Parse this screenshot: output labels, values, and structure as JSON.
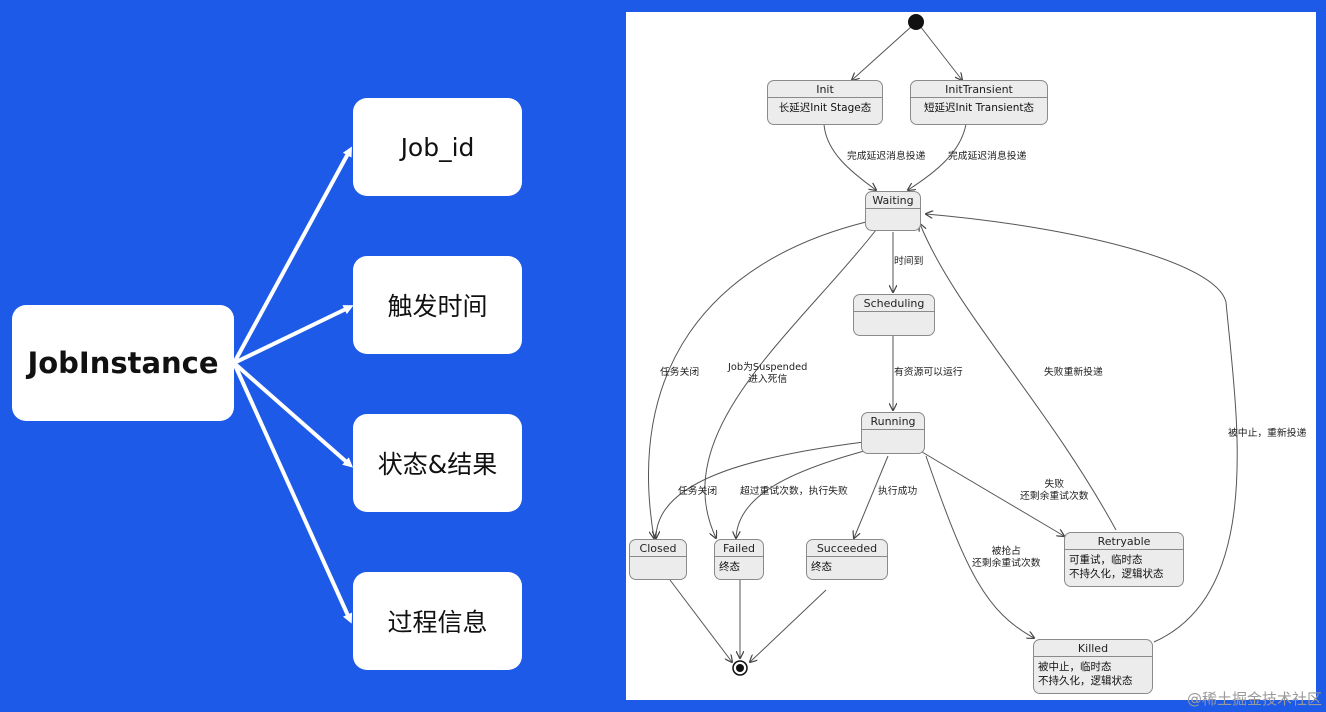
{
  "mindmap": {
    "root": "JobInstance",
    "children": [
      "Job_id",
      "触发时间",
      "状态&结果",
      "过程信息"
    ]
  },
  "colors": {
    "background": "#1d5ae8",
    "node": "#ffffff",
    "state_fill": "#ececec",
    "line": "#444444"
  },
  "state_diagram": {
    "states": {
      "init": {
        "name": "Init",
        "desc": "长延迟Init Stage态"
      },
      "init_transient": {
        "name": "InitTransient",
        "desc": "短延迟Init Transient态"
      },
      "waiting": {
        "name": "Waiting",
        "desc": ""
      },
      "scheduling": {
        "name": "Scheduling",
        "desc": ""
      },
      "running": {
        "name": "Running",
        "desc": ""
      },
      "closed": {
        "name": "Closed",
        "desc": ""
      },
      "failed": {
        "name": "Failed",
        "desc": "终态"
      },
      "succeeded": {
        "name": "Succeeded",
        "desc": "终态"
      },
      "retryable": {
        "name": "Retryable",
        "desc": "可重试，临时态\n不持久化，逻辑状态"
      },
      "killed": {
        "name": "Killed",
        "desc": "被中止，临时态\n不持久化，逻辑状态"
      }
    },
    "transitions": {
      "init_to_waiting": "完成延迟消息投递",
      "init_transient_to_waiting": "完成延迟消息投递",
      "waiting_to_scheduling": "时间到",
      "scheduling_to_running": "有资源可以运行",
      "waiting_to_closed": "任务关闭",
      "waiting_to_failed": "Job为Suspended\n进入死信",
      "retryable_to_waiting": "失败重新投递",
      "killed_to_waiting": "被中止，重新投递",
      "running_to_closed": "任务关闭",
      "running_to_failed": "超过重试次数，执行失败",
      "running_to_succeeded": "执行成功",
      "running_to_retryable": "失败\n还剩余重试次数",
      "running_to_killed": "被抢占\n还剩余重试次数"
    }
  },
  "watermark": "@稀土掘金技术社区"
}
